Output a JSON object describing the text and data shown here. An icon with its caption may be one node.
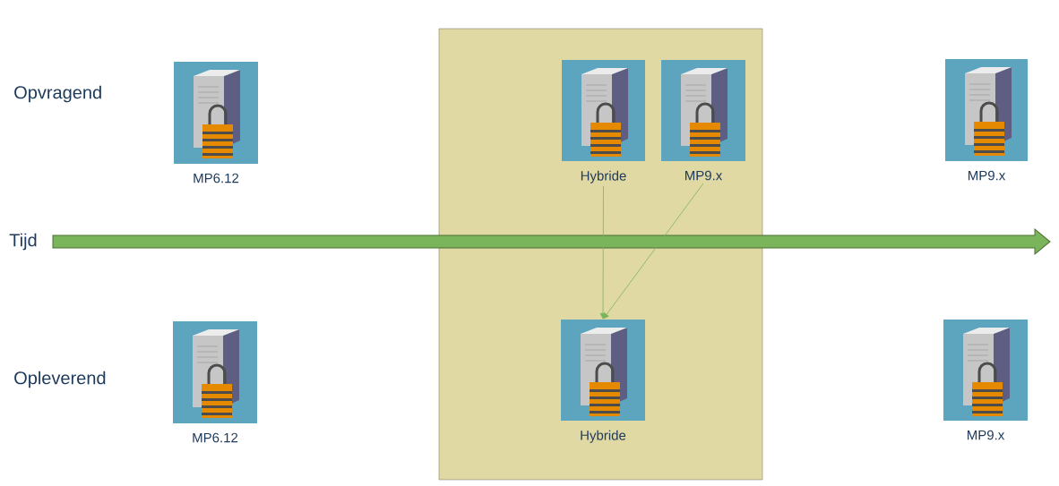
{
  "diagram": {
    "nodes": [
      {
        "text": [],
        "shape": "box"
      },
      {
        "text": [
          "MP6.12"
        ]
      },
      {
        "text": [
          "Hybride"
        ],
        "in": 0
      },
      {
        "text": [
          "MP9.x"
        ],
        "in": 0
      },
      {
        "text": [
          "MP9.x"
        ]
      },
      {
        "text": [
          "MP6.12"
        ]
      },
      {
        "text": [
          "Hybride"
        ],
        "in": 0
      },
      {
        "text": [
          "MP9.x"
        ]
      }
    ],
    "edges": [
      {
        "from": 2,
        "to": 6,
        "arrow": "to"
      },
      {
        "from": 3,
        "to": 6,
        "arrow": "to"
      }
    ],
    "labels": [
      "Opvragend",
      "Tijd",
      "Opleverend"
    ]
  }
}
